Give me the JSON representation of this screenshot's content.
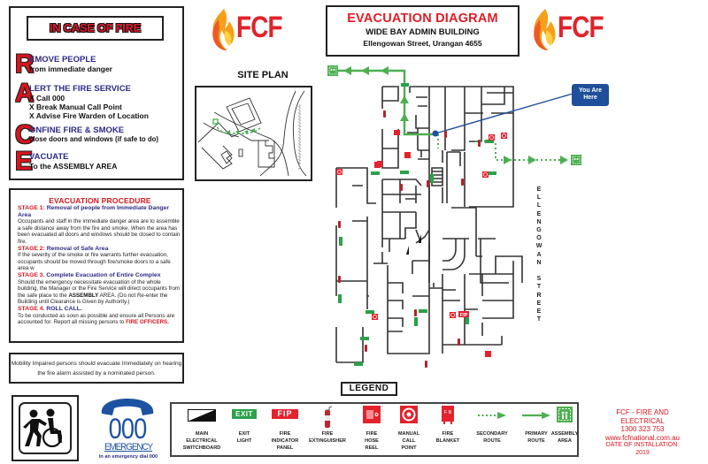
{
  "header": {
    "logo_text": "FCF",
    "title": "EVACUATION DIAGRAM",
    "building": "WIDE BAY ADMIN BUILDING",
    "address": "Ellengowan Street, Urangan 4655"
  },
  "race": {
    "title": "IN CASE OF FIRE",
    "steps": [
      {
        "letter": "R",
        "heading": "EMOVE PEOPLE",
        "lines": [
          "from immediate danger"
        ]
      },
      {
        "letter": "A",
        "heading": "LERT THE FIRE SERVICE",
        "lines": [
          "X Call 000",
          "X Break Manual Call Point",
          "X Advise Fire Warden of Location"
        ]
      },
      {
        "letter": "C",
        "heading": "ONFINE FIRE & SMOKE",
        "lines": [
          "close doors and windows (if safe to do)"
        ]
      },
      {
        "letter": "E",
        "heading": "VACUATE",
        "lines": [
          "To the ASSEMBLY AREA"
        ]
      }
    ]
  },
  "procedure": {
    "title": "EVACUATION PROCEDURE",
    "stages": [
      {
        "label": "STAGE 1:",
        "heading": "Removal of people from Immediate Danger Area",
        "text": "Occupants and staff in the immediate danger area are to assemble a safe distance away from the fire and smoke. When the area has been evacuated all doors and windows should be closed to contain fire."
      },
      {
        "label": "STAGE 2:",
        "heading": "Removal of Safe Area",
        "text": "If the severity of the smoke or fire warrants further evacuation, occupants should be moved through fire/smoke doors to a safe area w"
      },
      {
        "label": "STAGE 3.",
        "heading": "Complete Evacuation of Entire Complex",
        "text_before": "Should the emergency necessitate evacuation of the whole building, the Manager or the Fire Service will direct occupants from the safe place to the ",
        "text_bold": "ASSEMBLY",
        "text_after": " AREA. (Do not Re-enter the Building until Clearance is Given by Authority.)"
      },
      {
        "label": "STAGE 4.",
        "heading": "ROLL CALL.",
        "text_before": "To be conducted as soon as possible and ensure all Persons are accounted for. Report all missing persons to ",
        "text_red": "FIRE OFFICERS."
      }
    ]
  },
  "mobility_note": "Mobility Impaired persons should evacuate Immediately on hearing the fire alarm assisted  by a nominated person.",
  "emergency": {
    "number": "000",
    "word": "EMERGENCY",
    "caption": "In an emergency dial 000"
  },
  "site_plan": {
    "title": "SITE PLAN"
  },
  "you_are_here": "You Are Here",
  "street_label": [
    "E",
    "L",
    "L",
    "E",
    "N",
    "G",
    "O",
    "W",
    "A",
    "N",
    "",
    "S",
    "T",
    "R",
    "E",
    "E",
    "T"
  ],
  "plan_signs": {
    "exit": "EXIT",
    "fip": "FIP",
    "fb": "F B"
  },
  "legend": {
    "title": "LEGEND",
    "items": [
      {
        "icon": "switchboard-icon",
        "label": "MAIN\nELECTRICAL\nSWITCHBOARD"
      },
      {
        "icon": "exit-light-icon",
        "label": "EXIT\nLIGHT",
        "sign": "EXIT"
      },
      {
        "icon": "fip-icon",
        "label": "FIRE\nINDICATOR\nPANEL",
        "sign": "FIP"
      },
      {
        "icon": "fire-extinguisher-icon",
        "label": "FIRE\nEXTINGUISHER"
      },
      {
        "icon": "fire-hose-reel-icon",
        "label": "FIRE\nHOSE\nREEL"
      },
      {
        "icon": "manual-call-point-icon",
        "label": "MANUAL\nCALL\nPOINT"
      },
      {
        "icon": "fire-blanket-icon",
        "label": "FIRE\nBLANKET",
        "sign": "F B"
      },
      {
        "icon": "secondary-route-icon",
        "label": "SECONDARY\nROUTE"
      },
      {
        "icon": "primary-route-icon",
        "label": "PRIMARY\nROUTE"
      },
      {
        "icon": "assembly-area-icon",
        "label": "ASSEMBLY\nAREA"
      }
    ]
  },
  "contact": {
    "company_line1": "FCF - FIRE AND",
    "company_line2": "ELECTRICAL",
    "phone": "1300 323 753",
    "website": "www.fcfnational.com.au",
    "install_label": "DATE OF INSTALLATION:",
    "install_year": "2019"
  },
  "colors": {
    "brand_red": "#e1222a",
    "race_blue": "#2e2a86",
    "route_green": "#4caf50",
    "exit_green": "#2aa14a",
    "you_are_here_blue": "#1f4f9a",
    "emergency_blue": "#1c52a1"
  }
}
